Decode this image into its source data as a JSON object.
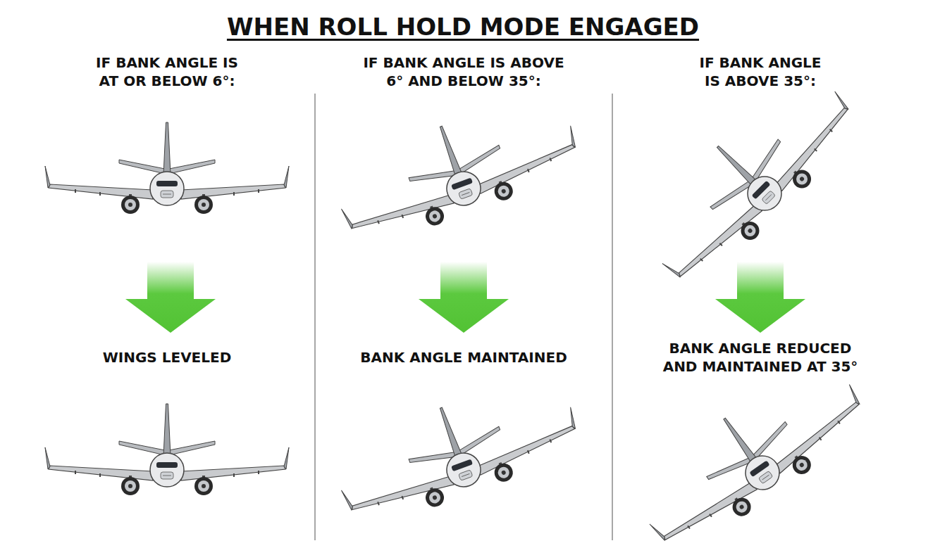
{
  "diagram": {
    "title": "WHEN ROLL HOLD MODE ENGAGED",
    "labels": [
      "IF BANK ANGLE IS AT OR BELOW 6°:",
      "IF BANK ANGLE IS ABOVE 6° AND BELOW 35°:",
      "IF BANK ANGLE IS ABOVE 35°:",
      "WINGS LEVELED",
      "BANK ANGLE MAINTAINED",
      "BANK ANGLE REDUCED AND MAINTAINED AT 35°"
    ]
  }
}
